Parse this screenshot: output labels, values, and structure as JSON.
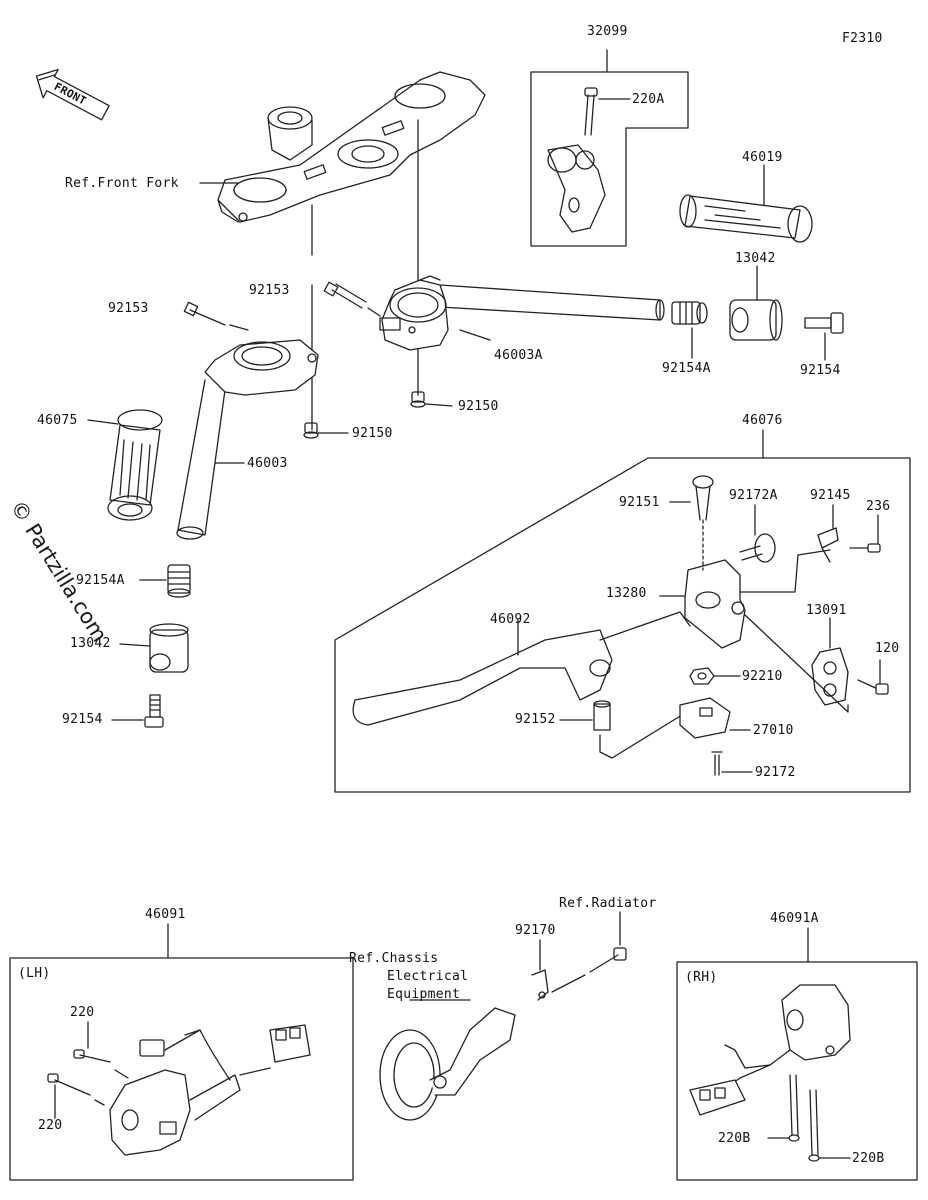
{
  "diagram_code": "F2310",
  "front_arrow": "FRONT",
  "watermark": "© Partzilla.com",
  "parts": {
    "p32099": "32099",
    "p220A": "220A",
    "p46019": "46019",
    "p13042_r": "13042",
    "p92154A_r": "92154A",
    "p92154_r": "92154",
    "p46003A": "46003A",
    "p92153_c": "92153",
    "p92153_l": "92153",
    "p92150_c": "92150",
    "p92150_l": "92150",
    "p46075": "46075",
    "p46003": "46003",
    "p92154A_l": "92154A",
    "p13042_l": "13042",
    "p92154_l": "92154",
    "p46076": "46076",
    "p92151": "92151",
    "p92172A": "92172A",
    "p92145": "92145",
    "p236": "236",
    "p13280": "13280",
    "p46092": "46092",
    "p13091": "13091",
    "p120": "120",
    "p92210": "92210",
    "p92152": "92152",
    "p27010": "27010",
    "p92172": "92172",
    "p46091": "46091",
    "p220_a": "220",
    "p220_b": "220",
    "p92170": "92170",
    "p46091A": "46091A",
    "p220B_a": "220B",
    "p220B_b": "220B"
  },
  "refs": {
    "front_fork": "Ref.Front Fork",
    "radiator": "Ref.Radiator",
    "chassis_1": "Ref.Chassis",
    "chassis_2": "Electrical",
    "chassis_3": "Equipment"
  },
  "boxes": {
    "lh": "(LH)",
    "rh": "(RH)"
  }
}
